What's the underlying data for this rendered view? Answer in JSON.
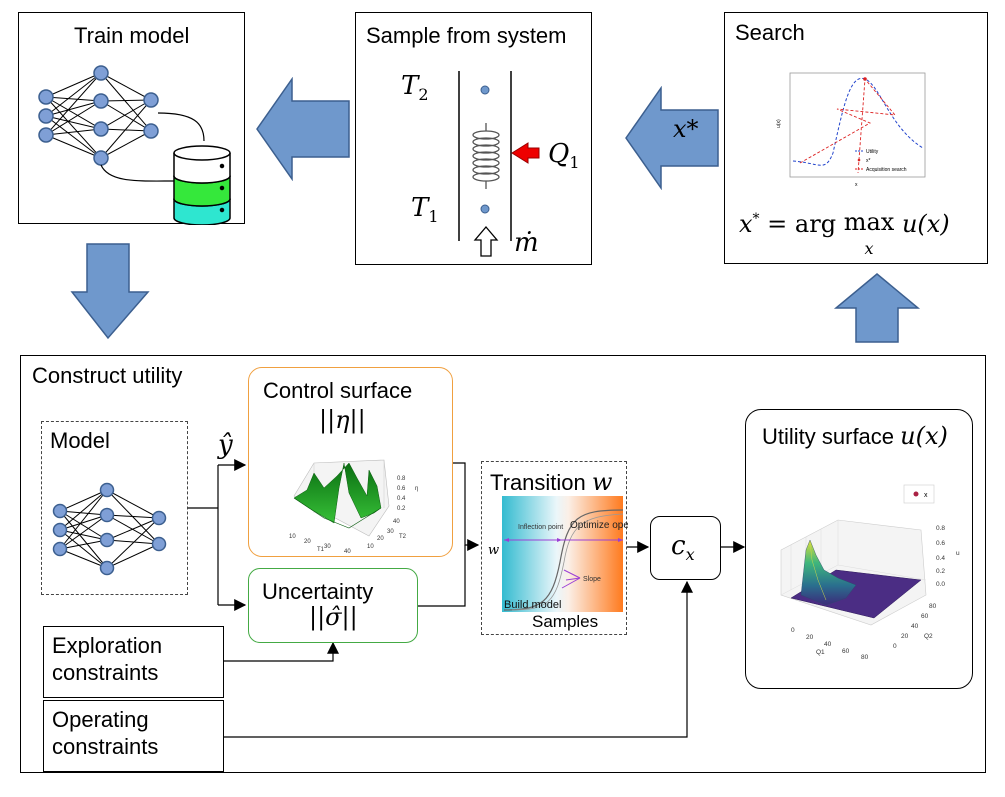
{
  "train": {
    "title": "Train model"
  },
  "sample": {
    "title": "Sample from system",
    "t2": "T",
    "t2_sub": "2",
    "t1": "T",
    "t1_sub": "1",
    "q": "Q",
    "q_sub": "1",
    "mdot": "ṁ"
  },
  "search": {
    "title": "Search",
    "formula": "x* = arg max u(x)",
    "formula_lhs": "x* = arg",
    "formula_max": "max",
    "formula_sub": "x",
    "formula_rhs": "u(x)",
    "plot_legend": [
      "Utility",
      "x*",
      "Acquisition search"
    ],
    "plot_ylabel": "u(x)",
    "plot_xlabel": "x"
  },
  "arrow_label": {
    "xstar": "x*"
  },
  "construct": {
    "title": "Construct utility"
  },
  "model": {
    "title": "Model"
  },
  "yhat": "ŷ",
  "control": {
    "title": "Control surface",
    "math": "||η||",
    "z_ticks": [
      "0.8",
      "0.6",
      "0.4",
      "0.2"
    ],
    "z_label": "η",
    "x_ticks": [
      "10",
      "20",
      "30",
      "40"
    ],
    "x_label": "T1",
    "y_ticks": [
      "40",
      "30",
      "20",
      "10"
    ],
    "y_label": "T2"
  },
  "uncertainty": {
    "title": "Uncertainty",
    "math": "||σ̂||"
  },
  "transition": {
    "title": "Transition",
    "title_math": "w",
    "w_label": "w",
    "inflection": "Inflection point",
    "optimize": "Optimize operation",
    "slope": "Slope",
    "build": "Build model",
    "samples": "Samples"
  },
  "cx": {
    "c": "c",
    "sub": "x"
  },
  "utility": {
    "title": "Utility surface",
    "math": "u(x)",
    "legend": "x",
    "z_ticks": [
      "0.8",
      "0.6",
      "0.4",
      "0.2",
      "0.0"
    ],
    "z_label": "u",
    "q1_ticks": [
      "0",
      "20",
      "40",
      "60",
      "80"
    ],
    "q1_label": "Q1",
    "q2_ticks": [
      "80",
      "60",
      "40",
      "20",
      "0"
    ],
    "q2_label": "Q2"
  },
  "exploration": {
    "line1": "Exploration",
    "line2": "constraints"
  },
  "operating": {
    "line1": "Operating",
    "line2": "constraints"
  },
  "colors": {
    "arrow_fill": "#6f98cc",
    "arrow_stroke": "#3c5f8f",
    "control_border": "#f0a040",
    "uncertainty_border": "#44aa44"
  }
}
